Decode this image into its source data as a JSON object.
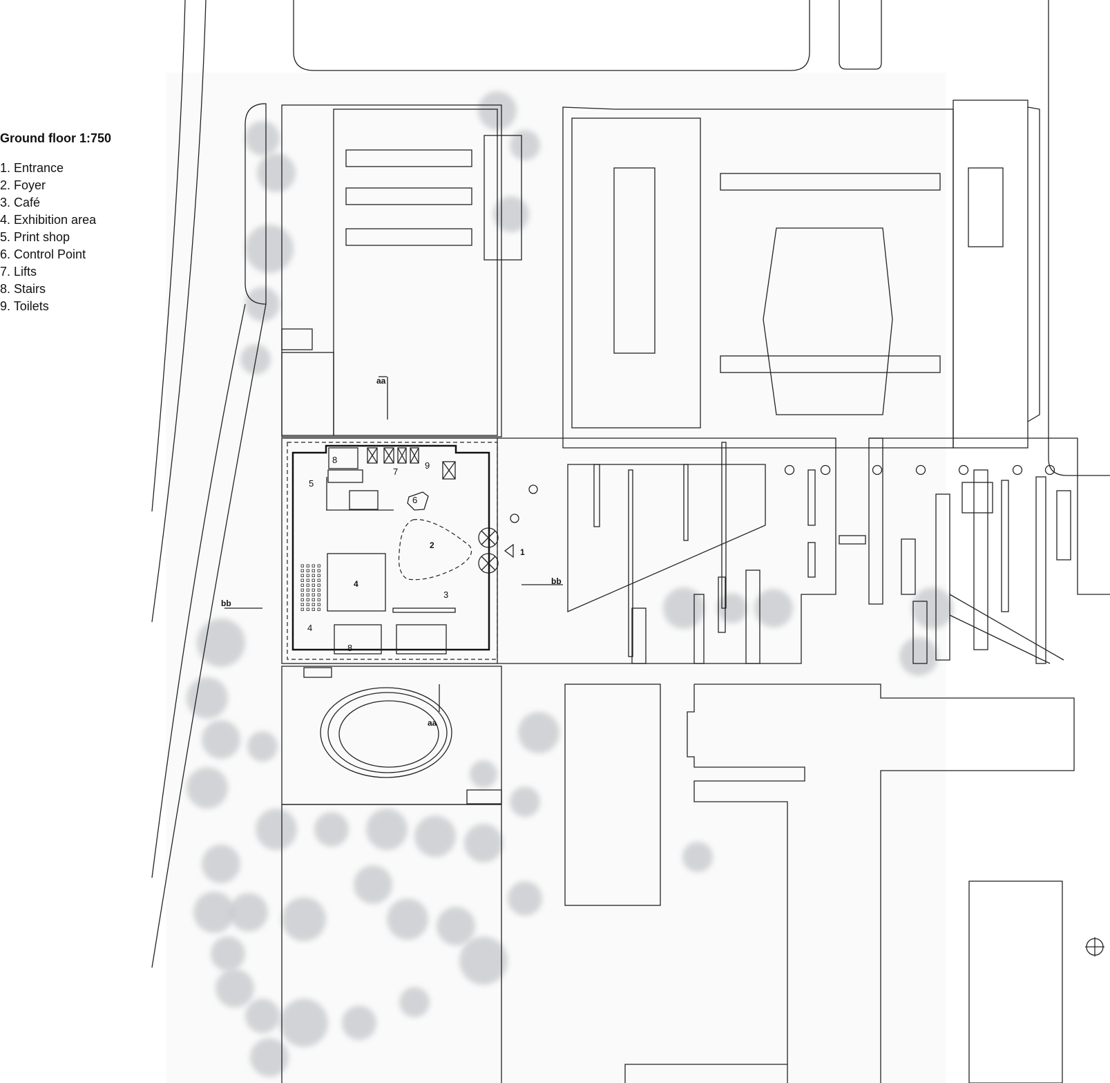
{
  "legend": {
    "title": "Ground floor  1:750",
    "items": [
      "1. Entrance",
      "2. Foyer",
      "3. Café",
      "4. Exhibition area",
      "5. Print shop",
      "6. Control Point",
      "7. Lifts",
      "8. Stairs",
      "9. Toilets"
    ]
  },
  "plan_labels": {
    "entrance": "1",
    "foyer": "2",
    "cafe": "3",
    "exhibition_inner": "4",
    "exhibition_outer": "4",
    "print_shop": "5",
    "control_point": "6",
    "lifts": "7",
    "stairs_north": "8",
    "stairs_south": "8",
    "toilets": "9",
    "section_aa_north": "aa",
    "section_aa_south": "aa",
    "section_bb_west": "bb",
    "section_bb_east": "bb"
  },
  "colors": {
    "line": "#222222",
    "tree": "#b8bcc0",
    "background": "#ffffff"
  }
}
